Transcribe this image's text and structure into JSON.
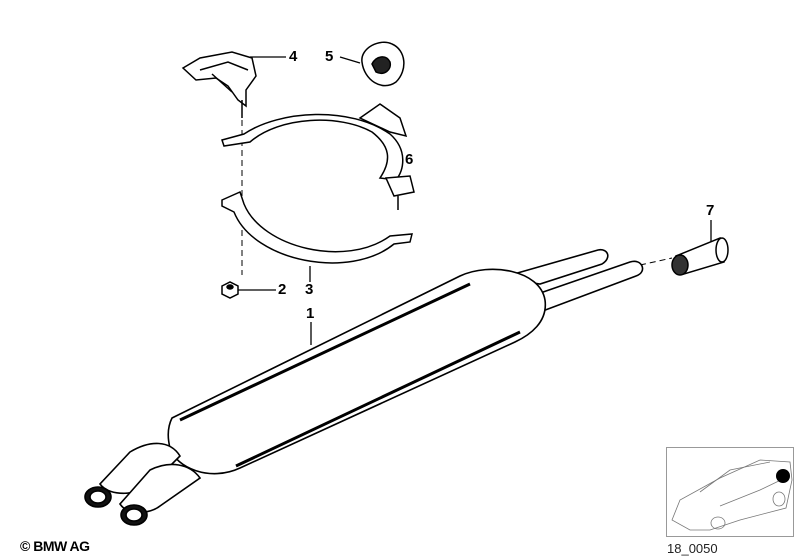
{
  "callouts": {
    "c1": "1",
    "c2": "2",
    "c3": "3",
    "c4": "4",
    "c5": "5",
    "c6": "6",
    "c7": "7"
  },
  "footer": {
    "copyright": "© BMW AG",
    "diagram_id": "18_0050"
  },
  "colors": {
    "line": "#000000",
    "inset_border": "#999999",
    "location_marker": "#000000"
  }
}
